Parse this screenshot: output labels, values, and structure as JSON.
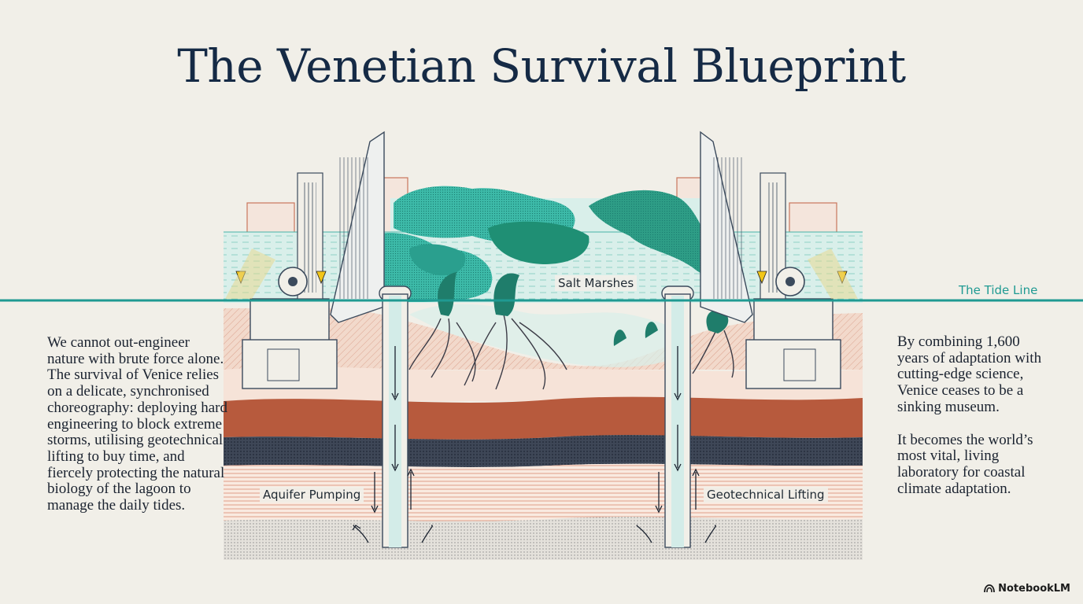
{
  "title": "The Venetian Survival Blueprint",
  "labels": {
    "salt_marshes": "Salt Marshes",
    "tide_line": "The Tide Line",
    "aquifer_pumping": "Aquifer Pumping",
    "geotechnical_lifting": "Geotechnical Lifting"
  },
  "left_text": "We cannot out-engineer nature with brute force alone.\nThe survival of Venice relies on a delicate, synchronised choreography: deploying hard engineering to block extreme storms, utilising geotechnical lifting to buy time, and fiercely protecting the natural biology of the lagoon to manage the daily tides.",
  "right_text": {
    "paragraph_1": "By combining 1,600 years of adaptation with cutting-edge science, Venice ceases to be a sinking museum.",
    "paragraph_2": "It becomes the world’s most vital, living laboratory for coastal climate adaptation."
  },
  "brand": "NotebookLM",
  "colors": {
    "background": "#f1efe8",
    "title": "#152a45",
    "tide_line": "#1f9a92",
    "marsh": "#2fa89a",
    "clay": "#b75a3d",
    "dark_layer": "#3e4757",
    "sand": "#efcbb8",
    "water": "#cfe9e4"
  }
}
